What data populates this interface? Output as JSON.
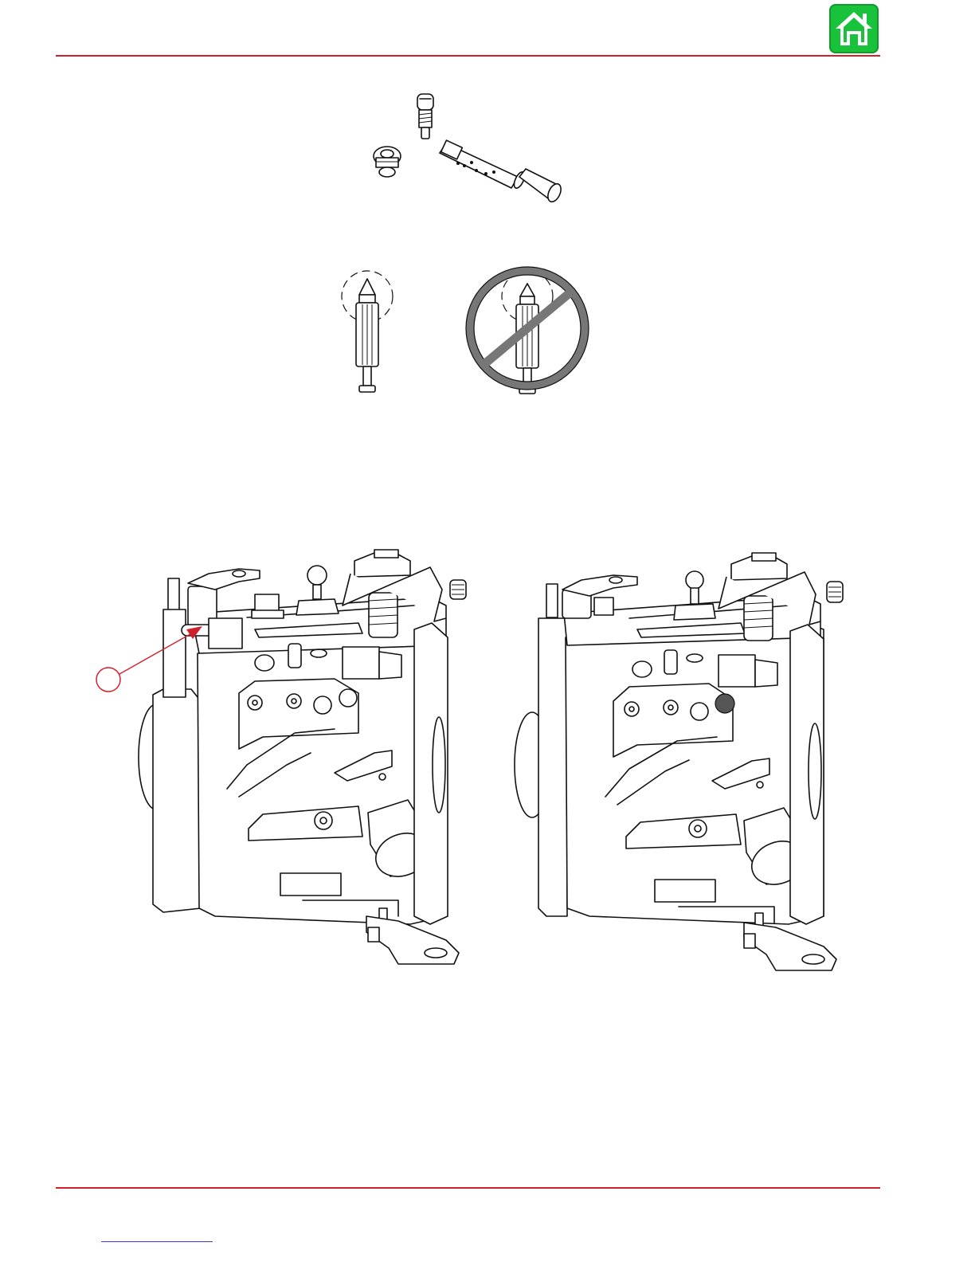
{
  "page": {
    "accent_color": "#d0202a",
    "home_button": {
      "icon": "home-icon",
      "color": "#18c23a"
    },
    "figures": [
      {
        "name": "jet-parts",
        "icons": [
          "pilot-screw-icon",
          "jet-icon",
          "emulsion-tube-icon"
        ]
      },
      {
        "name": "needle-comparison",
        "icons": [
          "needle-good-icon",
          "needle-worn-icon"
        ]
      },
      {
        "name": "carburetor-views",
        "callout_label": "",
        "highlight_color": "#555555"
      }
    ]
  }
}
